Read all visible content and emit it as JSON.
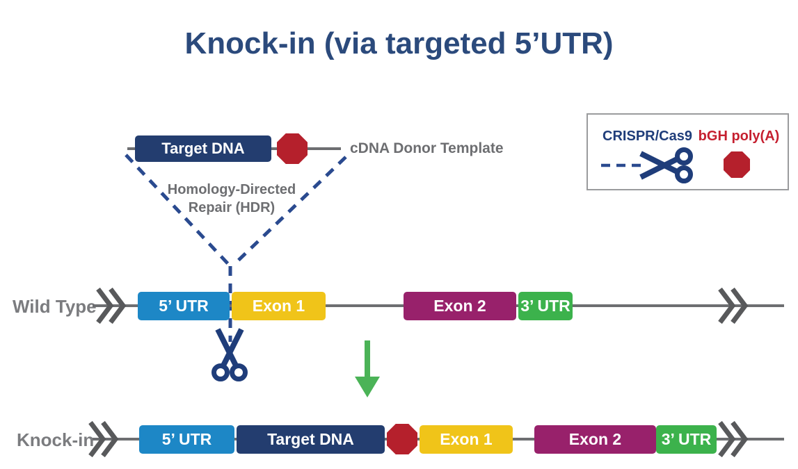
{
  "title": "Knock-in (via targeted 5’UTR)",
  "legend": {
    "crispr_label": "CRISPR/Cas9",
    "polya_label": "bGH poly(A)"
  },
  "donor_construct": {
    "target_dna_label": "Target DNA",
    "caption": "cDNA Donor Template"
  },
  "hdr_annotation": {
    "line1": "Homology-Directed",
    "line2": "Repair (HDR)"
  },
  "wild_type_row": {
    "label": "Wild Type",
    "utr5": "5’ UTR",
    "exon1": "Exon 1",
    "exon2": "Exon 2",
    "utr3": "3’ UTR"
  },
  "knock_in_row": {
    "label": "Knock-in",
    "utr5": "5’ UTR",
    "target_dna": "Target DNA",
    "exon1": "Exon 1",
    "exon2": "Exon 2",
    "utr3": "3’ UTR"
  },
  "colors": {
    "title_navy": "#2b4a7c",
    "box_navy": "#233d6f",
    "dash_navy": "#2a4a8f",
    "utr5_blue": "#1d87c6",
    "exon1_yellow": "#f0c419",
    "exon2_purple": "#98216b",
    "utr3_green": "#3cb24c",
    "arrow_green": "#4bb357",
    "stop_red": "#b5202c",
    "legend_red": "#c51f2f",
    "line_gray": "#6d6e71",
    "label_gray": "#7b7c7f",
    "chevron_gray": "#58595b"
  }
}
